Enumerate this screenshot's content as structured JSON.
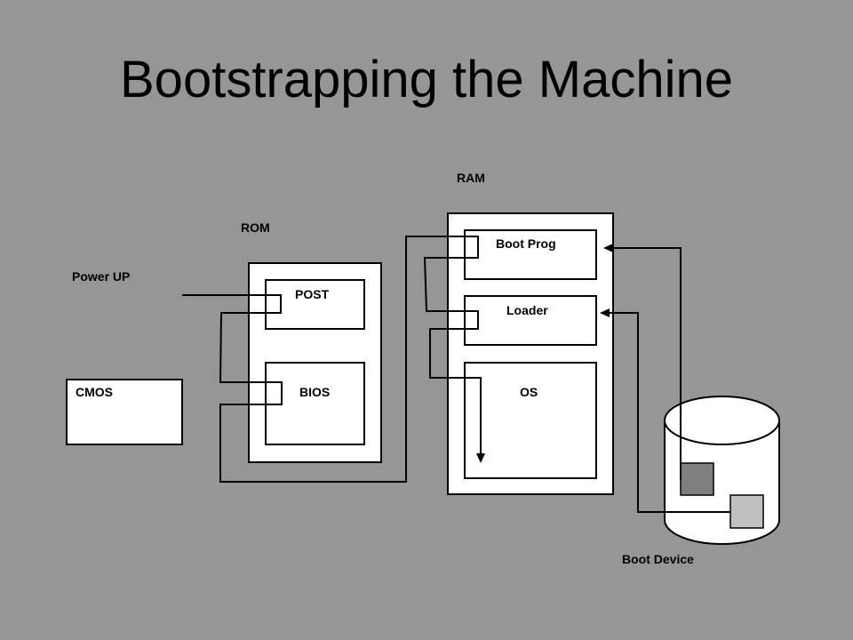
{
  "slide": {
    "title": "Bootstrapping the Machine"
  },
  "labels": {
    "ram": "RAM",
    "rom": "ROM",
    "power_up": "Power UP",
    "cmos": "CMOS",
    "post": "POST",
    "bios": "BIOS",
    "boot_prog": "Boot Prog",
    "loader": "Loader",
    "os": "OS",
    "boot_device": "Boot Device"
  },
  "colors": {
    "background": "#969696",
    "box_fill": "#ffffff",
    "line": "#000000",
    "sector_dark": "#7f7f7f",
    "sector_light": "#c0c0c0"
  }
}
